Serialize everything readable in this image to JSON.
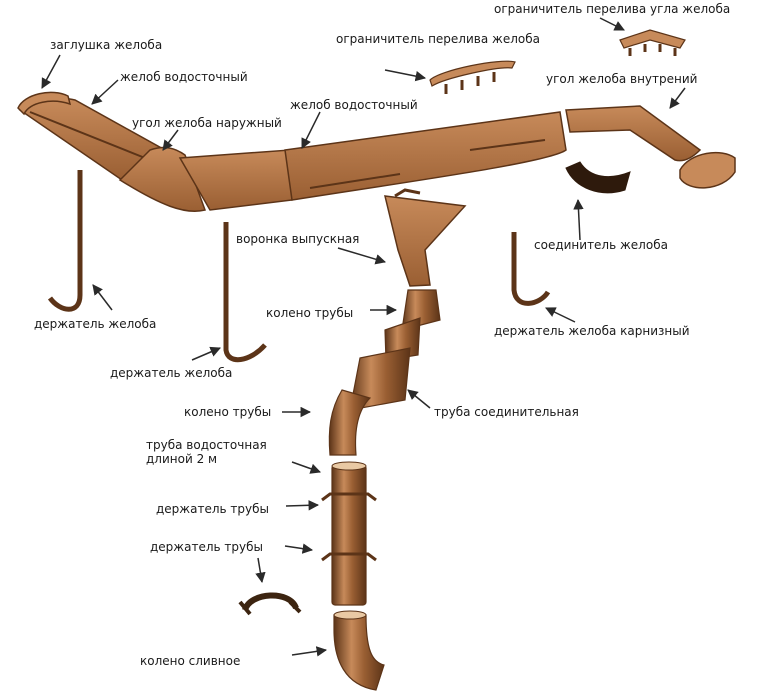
{
  "colors": {
    "gutter_main": "#9a5f33",
    "gutter_light": "#c78a5a",
    "gutter_dark": "#5c3418",
    "gutter_inner": "#e9c9a4",
    "arrow": "#2a2a2a",
    "text": "#1a1a1a"
  },
  "labels": {
    "end_cap": "заглушка желоба",
    "gutter_left": "желоб водосточный",
    "outer_corner": "угол желоба наружный",
    "gutter_main": "желоб водосточный",
    "overflow_limiter": "ограничитель перелива желоба",
    "corner_overflow_limiter": "ограничитель перелива угла желоба",
    "inner_corner": "угол желоба внутрений",
    "gutter_connector": "соединитель желоба",
    "outlet_funnel": "воронка выпускная",
    "bracket_left": "держатель желоба",
    "bracket_center": "держатель желоба",
    "pipe_elbow_upper": "колено трубы",
    "fascia_bracket": "держатель желоба карнизный",
    "pipe_elbow_lower": "колено трубы",
    "pipe_connector": "труба соединительная",
    "downpipe": "труба водосточная длиной 2 м",
    "pipe_holder_1": "держатель трубы",
    "pipe_holder_2": "держатель трубы",
    "drain_elbow": "колено сливное"
  }
}
